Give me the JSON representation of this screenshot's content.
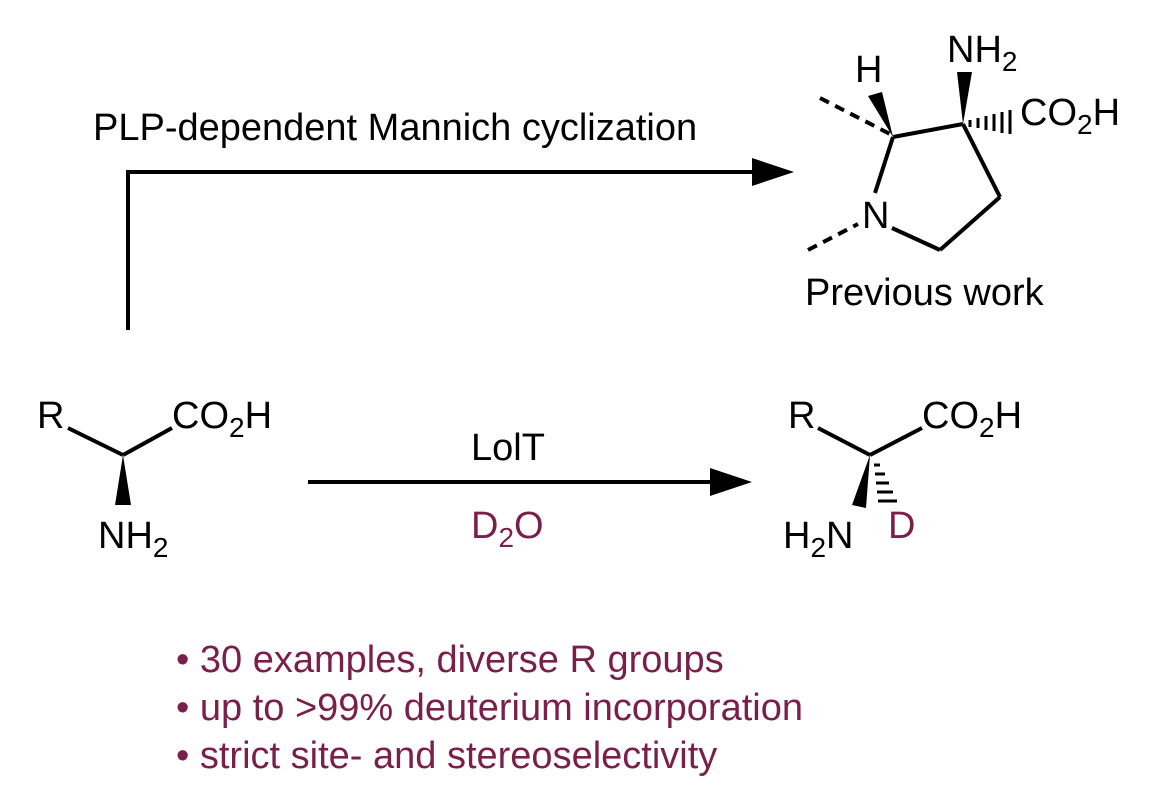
{
  "top_reaction": {
    "condition": "PLP-dependent Mannich cyclization",
    "product": {
      "h": "H",
      "nh2": "NH2",
      "co2h": "CO2H",
      "n": "N"
    },
    "caption": "Previous work"
  },
  "bottom_reaction": {
    "reagent": "LolT",
    "solvent": "D2O",
    "substrate": {
      "r": "R",
      "co2h": "CO2H",
      "nh2": "NH2"
    },
    "product": {
      "r": "R",
      "co2h": "CO2H",
      "h2n": "H2N",
      "d": "D"
    }
  },
  "bullets": [
    "30 examples, diverse R groups",
    "up to >99% deuterium incorporation",
    "strict site- and stereoselectivity"
  ],
  "colors": {
    "accent": "#7a1f4b",
    "ink": "#000000"
  }
}
